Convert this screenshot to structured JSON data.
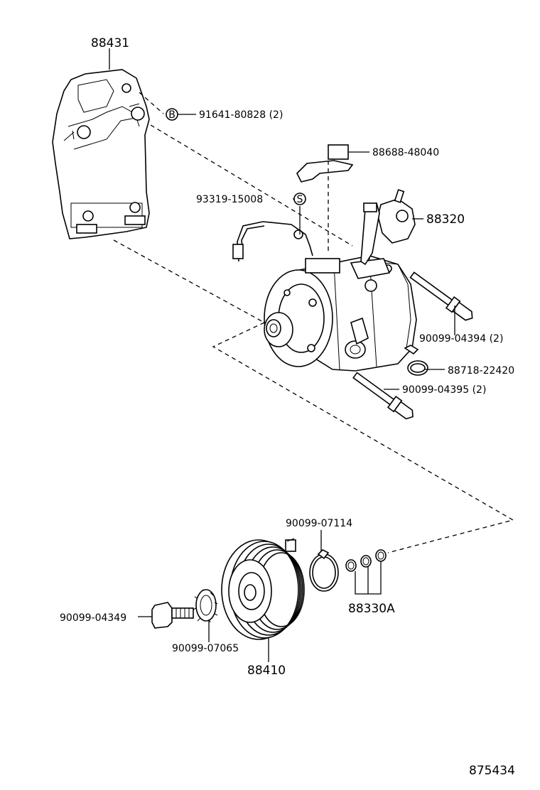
{
  "labels": {
    "bracket": "88431",
    "bolt_b": "91641-80828 (2)",
    "bolt_b_marker": "B",
    "label_plate": "88688-48040",
    "stud_s": "93319-15008",
    "stud_s_marker": "S",
    "valve": "88320",
    "bolt_long_1": "90099-04394 (2)",
    "clamp": "88718-22420",
    "bolt_long_2": "90099-04395 (2)",
    "snap_ring": "90099-07114",
    "shims": "88330A",
    "clutch_bolt": "90099-04349",
    "lock_washer": "90099-07065",
    "pulley": "88410",
    "diagram_id": "875434"
  }
}
